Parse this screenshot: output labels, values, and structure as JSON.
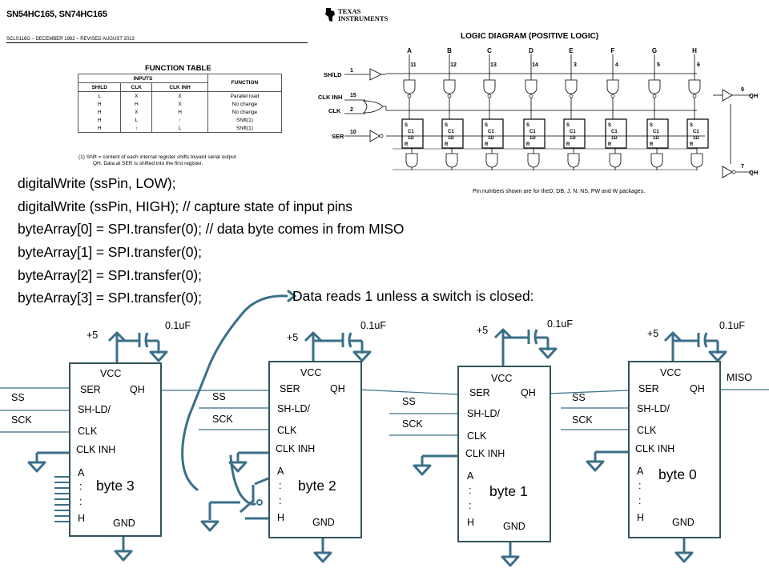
{
  "header": {
    "title": "SN54HC165, SN74HC165",
    "doc": "SCLS116G – DECEMBER 1982 – REVISED AUGUST 2013",
    "brand": [
      "TEXAS",
      "INSTRUMENTS"
    ]
  },
  "function_table": {
    "title": "FUNCTION TABLE",
    "inputs_label": "INPUTS",
    "columns": [
      "SH/LD",
      "CLK",
      "CLK INH",
      "FUNCTION"
    ],
    "rows": [
      [
        "L",
        "X",
        "X",
        "Parallel load"
      ],
      [
        "H",
        "H",
        "X",
        "No change"
      ],
      [
        "H",
        "X",
        "H",
        "No change"
      ],
      [
        "H",
        "L",
        "↑",
        "Shift(1)"
      ],
      [
        "H",
        "↑",
        "L",
        "Shift(1)"
      ]
    ],
    "footnote1": "(1)   Shift = content of each internal register shifts toward serial output",
    "footnote2": "QH. Data at SER is shifted into the first register."
  },
  "logic_diagram": {
    "title": "LOGIC DIAGRAM (POSITIVE LOGIC)",
    "parallel_inputs": [
      {
        "name": "A",
        "pin": "11"
      },
      {
        "name": "B",
        "pin": "12"
      },
      {
        "name": "C",
        "pin": "13"
      },
      {
        "name": "D",
        "pin": "14"
      },
      {
        "name": "E",
        "pin": "3"
      },
      {
        "name": "F",
        "pin": "4"
      },
      {
        "name": "G",
        "pin": "5"
      },
      {
        "name": "H",
        "pin": "6"
      }
    ],
    "left_inputs": [
      {
        "name": "SH/LD",
        "pin": "1"
      },
      {
        "name": "CLK INH",
        "pin": "15"
      },
      {
        "name": "CLK",
        "pin": "2"
      },
      {
        "name": "SER",
        "pin": "10"
      }
    ],
    "outputs": [
      {
        "name": "QH",
        "pin": "9"
      },
      {
        "name": "QH",
        "pin": "7"
      }
    ],
    "ff_labels": [
      "S",
      "C1",
      "1D",
      "R"
    ],
    "pin_note": "Pin numbers shown are for theD, DB, J, N, NS, PW and W packages."
  },
  "code_lines": [
    "digitalWrite (ssPin, LOW);",
    "digitalWrite (ssPin, HIGH); // capture state of input pins",
    "byteArray[0] = SPI.transfer(0);   // data byte comes in from MISO",
    "byteArray[1] = SPI.transfer(0);",
    "byteArray[2] = SPI.transfer(0);",
    "byteArray[3] = SPI.transfer(0);"
  ],
  "annotation": "Data reads 1 unless a switch is closed:",
  "chips": [
    {
      "byte": "byte 3"
    },
    {
      "byte": "byte 2"
    },
    {
      "byte": "byte 1"
    },
    {
      "byte": "byte 0"
    }
  ],
  "chip_pins": {
    "vcc": "VCC",
    "ser": "SER",
    "qh": "QH",
    "shld": "SH-LD/",
    "clk": "CLK",
    "clkinh": "CLK INH",
    "a": "A",
    "dots": ":",
    "h": "H",
    "gnd": "GND"
  },
  "external": {
    "supply": "+5",
    "cap": "0.1uF",
    "ss": "SS",
    "sck": "SCK",
    "miso": "MISO"
  }
}
